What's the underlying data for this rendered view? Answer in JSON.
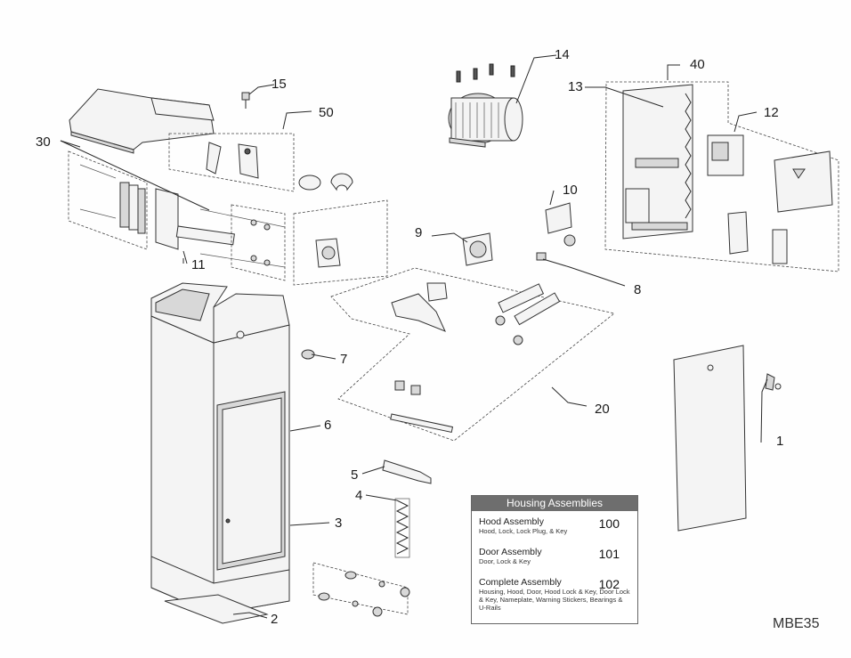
{
  "callouts": [
    {
      "id": "c1",
      "text": "1"
    },
    {
      "id": "c2",
      "text": "2"
    },
    {
      "id": "c3",
      "text": "3"
    },
    {
      "id": "c4",
      "text": "4"
    },
    {
      "id": "c5",
      "text": "5"
    },
    {
      "id": "c6",
      "text": "6"
    },
    {
      "id": "c7",
      "text": "7"
    },
    {
      "id": "c8",
      "text": "8"
    },
    {
      "id": "c9",
      "text": "9"
    },
    {
      "id": "c10",
      "text": "10"
    },
    {
      "id": "c11",
      "text": "11"
    },
    {
      "id": "c12",
      "text": "12"
    },
    {
      "id": "c13",
      "text": "13"
    },
    {
      "id": "c14",
      "text": "14"
    },
    {
      "id": "c15",
      "text": "15"
    },
    {
      "id": "c20",
      "text": "20"
    },
    {
      "id": "c30",
      "text": "30"
    },
    {
      "id": "c40",
      "text": "40"
    },
    {
      "id": "c50",
      "text": "50"
    }
  ],
  "legend": {
    "title": "Housing Assemblies",
    "rows": [
      {
        "name": "Hood Assembly",
        "code": "100",
        "desc": "Hood, Lock, Lock Plug, & Key"
      },
      {
        "name": "Door Assembly",
        "code": "101",
        "desc": "Door, Lock & Key"
      },
      {
        "name": "Complete Assembly",
        "code": "102",
        "desc": "Housing, Hood, Door, Hood Lock & Key, Door Lock & Key, Nameplate, Warning Stickers, Bearings & U-Rails"
      }
    ]
  },
  "model_code": "MBE35"
}
